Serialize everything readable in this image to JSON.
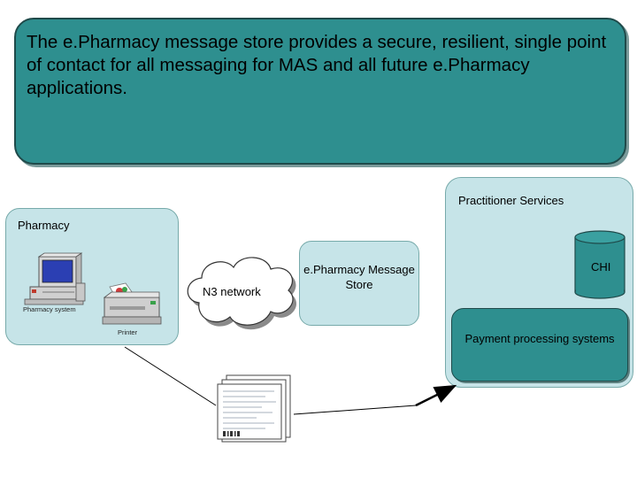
{
  "banner": {
    "text": "The e.Pharmacy message store provides a secure, resilient, single point of contact for all messaging for MAS and all future e.Pharmacy applications."
  },
  "pharmacy": {
    "label": "Pharmacy",
    "pharmacy_system_caption": "Pharmacy system",
    "printer_caption": "Printer"
  },
  "network": {
    "label": "N3 network"
  },
  "message_store": {
    "label": "e.Pharmacy Message Store"
  },
  "practitioner_services": {
    "label": "Practitioner Services",
    "chi_label": "CHI",
    "payment_label": "Payment processing systems"
  },
  "colors": {
    "banner_fill": "#2e8f8f",
    "panel_fill": "#c6e4e8",
    "payment_fill": "#2e8f8f"
  }
}
